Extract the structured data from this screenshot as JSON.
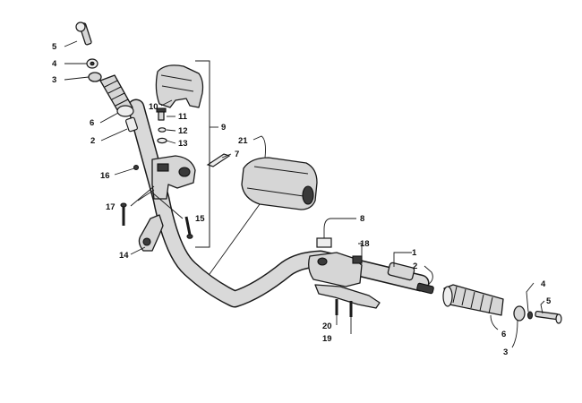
{
  "diagram": {
    "callouts": [
      {
        "id": "c5-top",
        "label": "5"
      },
      {
        "id": "c4-top",
        "label": "4"
      },
      {
        "id": "c3-top",
        "label": "3"
      },
      {
        "id": "c6-top",
        "label": "6"
      },
      {
        "id": "c2-top",
        "label": "2"
      },
      {
        "id": "c10",
        "label": "10"
      },
      {
        "id": "c11",
        "label": "11"
      },
      {
        "id": "c12",
        "label": "12"
      },
      {
        "id": "c13",
        "label": "13"
      },
      {
        "id": "c9",
        "label": "9"
      },
      {
        "id": "c21",
        "label": "21"
      },
      {
        "id": "c7",
        "label": "7"
      },
      {
        "id": "c16",
        "label": "16"
      },
      {
        "id": "c17",
        "label": "17"
      },
      {
        "id": "c15",
        "label": "15"
      },
      {
        "id": "c14",
        "label": "14"
      },
      {
        "id": "c8",
        "label": "8"
      },
      {
        "id": "c18",
        "label": "18"
      },
      {
        "id": "c1",
        "label": "1"
      },
      {
        "id": "c2-right",
        "label": "2"
      },
      {
        "id": "c20",
        "label": "20"
      },
      {
        "id": "c19",
        "label": "19"
      },
      {
        "id": "c6-right",
        "label": "6"
      },
      {
        "id": "c3-right",
        "label": "3"
      },
      {
        "id": "c4-right",
        "label": "4"
      },
      {
        "id": "c5-right",
        "label": "5"
      }
    ]
  }
}
